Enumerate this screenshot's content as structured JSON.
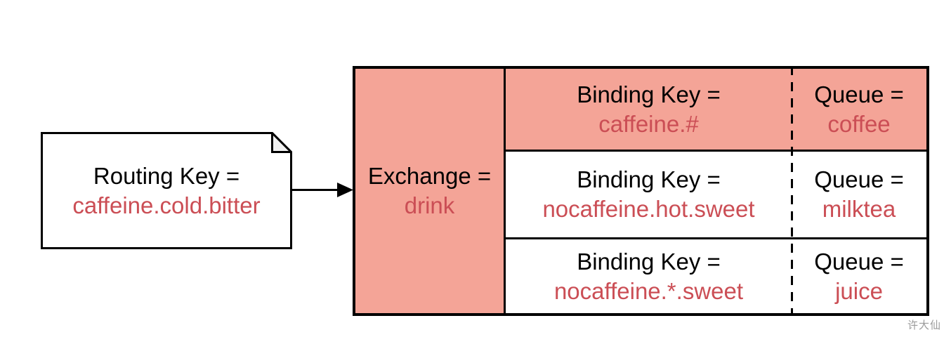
{
  "note": {
    "label": "Routing Key =",
    "value": "caffeine.cold.bitter"
  },
  "exchange": {
    "label": "Exchange =",
    "value": "drink"
  },
  "bindings": [
    {
      "binding_label": "Binding Key =",
      "binding_value": "caffeine.#",
      "queue_label": "Queue =",
      "queue_value": "coffee",
      "highlighted": true
    },
    {
      "binding_label": "Binding Key =",
      "binding_value": "nocaffeine.hot.sweet",
      "queue_label": "Queue =",
      "queue_value": "milktea",
      "highlighted": false
    },
    {
      "binding_label": "Binding Key =",
      "binding_value": "nocaffeine.*.sweet",
      "queue_label": "Queue =",
      "queue_value": "juice",
      "highlighted": false
    }
  ],
  "watermark": "许大仙",
  "colors": {
    "highlight_fill": "#F4A497",
    "value_text": "#CB4E55",
    "border": "#000000",
    "watermark": "#9B9B9B"
  }
}
